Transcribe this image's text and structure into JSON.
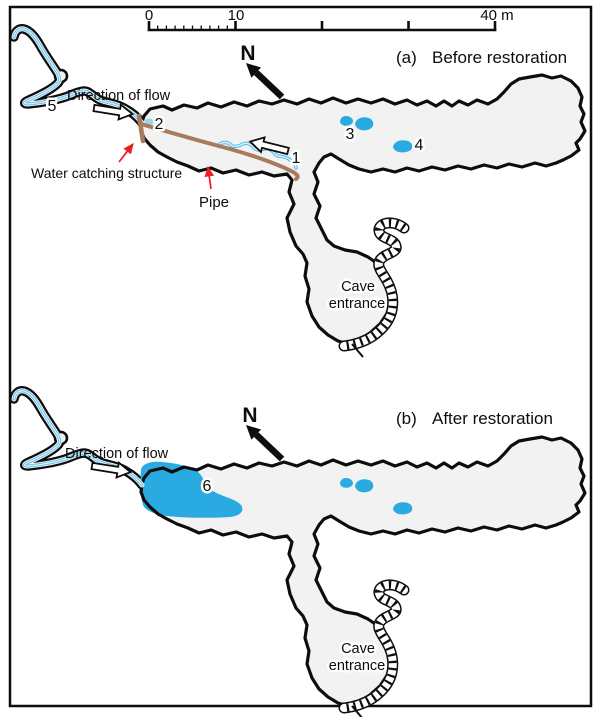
{
  "figure": {
    "description": "Cave map before and after restoration",
    "colors": {
      "pool": "#29ABE2",
      "stream": "#55BCEA",
      "stream_light": "#D8F0FB",
      "pipe": "#A87B5C",
      "red": "#EE1C23",
      "cave_fill": "#F2F2F2",
      "ink": "#0D0D0D"
    }
  },
  "scale_bar": {
    "zero_label": "0",
    "ten_label": "10",
    "end_label": "40 m"
  },
  "panel_a": {
    "title_prefix": "(a)",
    "title": "Before restoration",
    "north_label": "N",
    "flow_label": "Direction of flow",
    "water_catching_label": "Water catching structure",
    "pipe_label": "Pipe",
    "cave_entrance_line1": "Cave",
    "cave_entrance_line2": "entrance",
    "markers": {
      "m1": "1",
      "m2": "2",
      "m3": "3",
      "m4": "4",
      "m5": "5"
    }
  },
  "panel_b": {
    "title_prefix": "(b)",
    "title": "After restoration",
    "north_label": "N",
    "flow_label": "Direction of flow",
    "cave_entrance_line1": "Cave",
    "cave_entrance_line2": "entrance",
    "markers": {
      "m6": "6"
    }
  }
}
